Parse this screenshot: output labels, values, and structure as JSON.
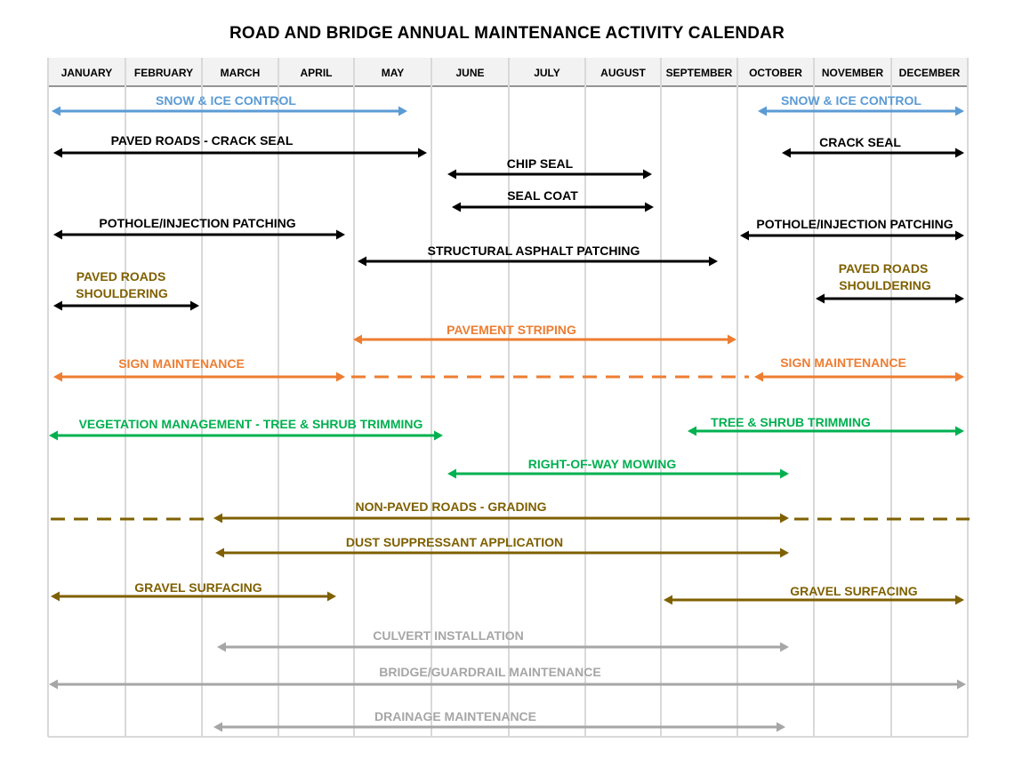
{
  "title": "ROAD AND BRIDGE ANNUAL MAINTENANCE ACTIVITY CALENDAR",
  "months": [
    "JANUARY",
    "FEBRUARY",
    "MARCH",
    "APRIL",
    "MAY",
    "JUNE",
    "JULY",
    "AUGUST",
    "SEPTEMBER",
    "OCTOBER",
    "NOVEMBER",
    "DECEMBER"
  ],
  "colors": {
    "blue": "#5b9bd5",
    "black": "#000000",
    "brown": "#7f6000",
    "orange": "#ed7d31",
    "green": "#00b050",
    "gray": "#a6a6a6",
    "grid": "#d9d9d9"
  },
  "activities": [
    {
      "label": "SNOW & ICE CONTROL",
      "color": "blue"
    },
    {
      "label": "SNOW & ICE CONTROL",
      "color": "blue"
    },
    {
      "label": "PAVED ROADS - CRACK SEAL",
      "color": "black"
    },
    {
      "label": "CRACK SEAL",
      "color": "black"
    },
    {
      "label": "CHIP  SEAL",
      "color": "black"
    },
    {
      "label": "SEAL COAT",
      "color": "black"
    },
    {
      "label": "POTHOLE/INJECTION PATCHING",
      "color": "black"
    },
    {
      "label": "POTHOLE/INJECTION PATCHING",
      "color": "black"
    },
    {
      "label": "STRUCTURAL ASPHALT PATCHING",
      "color": "black"
    },
    {
      "label": "PAVED ROADS",
      "color": "brown"
    },
    {
      "label": "SHOULDERING",
      "color": "brown"
    },
    {
      "label": "PAVED ROADS",
      "color": "brown"
    },
    {
      "label": "SHOULDERING",
      "color": "brown"
    },
    {
      "label": "PAVEMENT STRIPING",
      "color": "orange"
    },
    {
      "label": "SIGN MAINTENANCE",
      "color": "orange"
    },
    {
      "label": "SIGN MAINTENANCE",
      "color": "orange"
    },
    {
      "label": "VEGETATION MANAGEMENT - TREE & SHRUB TRIMMING",
      "color": "green"
    },
    {
      "label": "TREE & SHRUB TRIMMING",
      "color": "green"
    },
    {
      "label": "RIGHT-OF-WAY MOWING",
      "color": "green"
    },
    {
      "label": "NON-PAVED ROADS  - GRADING",
      "color": "brown"
    },
    {
      "label": "DUST SUPPRESSANT APPLICATION",
      "color": "brown"
    },
    {
      "label": "GRAVEL SURFACING",
      "color": "brown"
    },
    {
      "label": "GRAVEL SURFACING",
      "color": "brown"
    },
    {
      "label": "CULVERT INSTALLATION",
      "color": "gray"
    },
    {
      "label": "BRIDGE/GUARDRAIL MAINTENANCE",
      "color": "gray"
    },
    {
      "label": "DRAINAGE MAINTENANCE",
      "color": "gray"
    }
  ]
}
